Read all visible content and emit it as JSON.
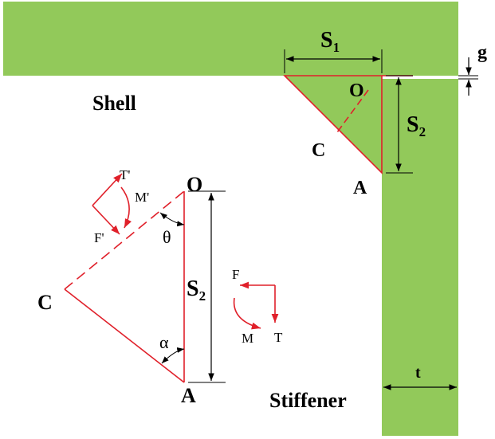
{
  "colors": {
    "fill": "#92c95a",
    "red": "#e0202a",
    "black": "#000000"
  },
  "labels": {
    "shell": "Shell",
    "stiffener": "Stiffener",
    "s1": "S",
    "s1_sub": "1",
    "s2": "S",
    "s2_sub": "2",
    "g": "g",
    "t": "t",
    "o_top": "O",
    "c_top": "C",
    "a_top": "A",
    "o_bottom": "O",
    "c_bottom": "C",
    "a_bottom": "A",
    "s2_bottom": "S",
    "s2_bottom_sub": "2",
    "theta": "θ",
    "alpha": "α",
    "t_prime": "T'",
    "m_prime": "M'",
    "f_prime": "F'",
    "f": "F",
    "m": "M",
    "t_force": "T"
  }
}
